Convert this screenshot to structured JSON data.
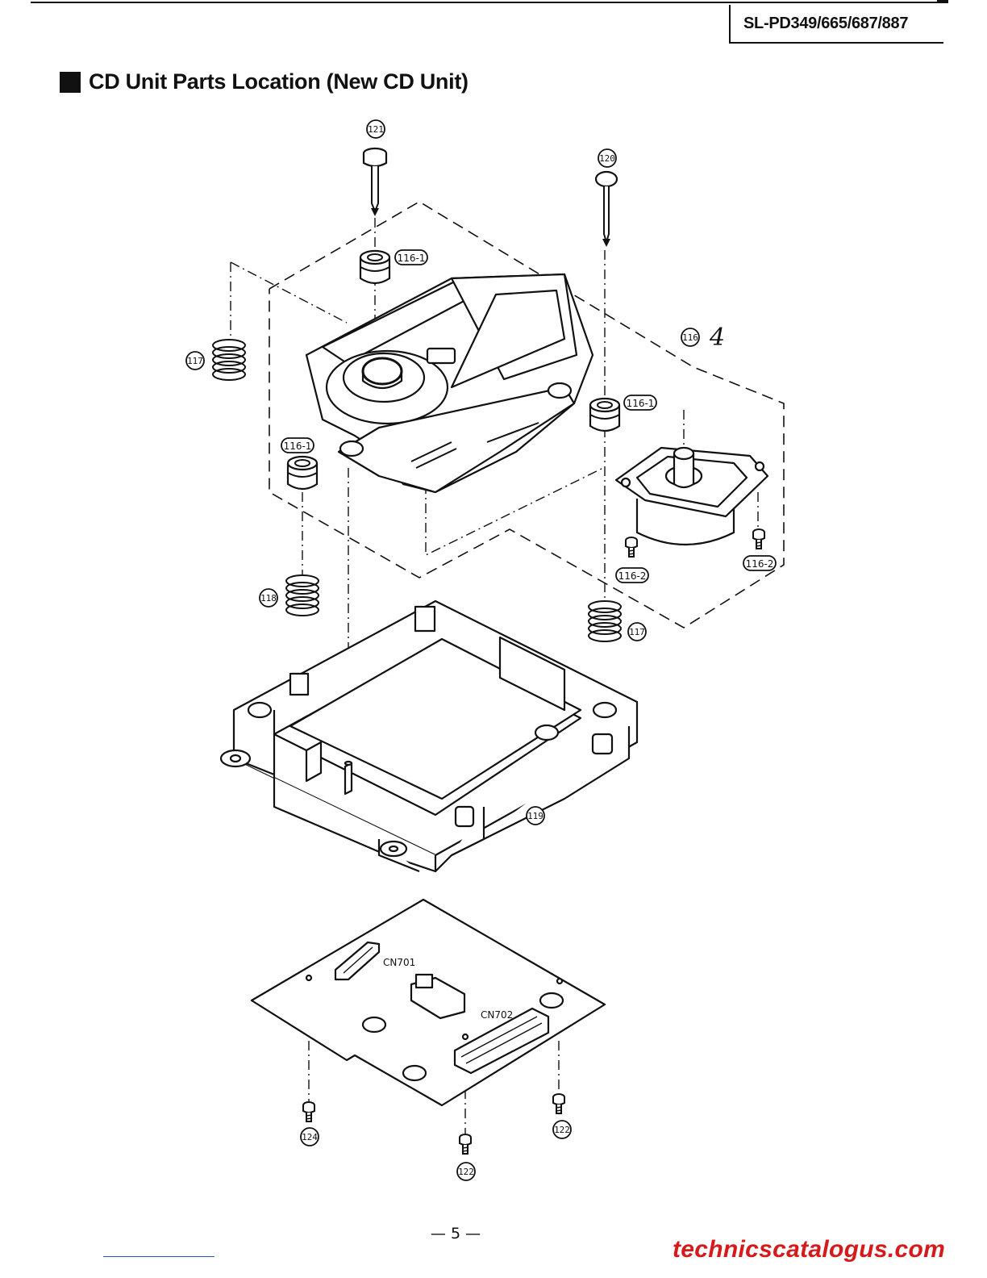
{
  "header": {
    "model": "SL-PD349/665/687/887"
  },
  "section": {
    "title": "CD Unit Parts Location (New CD Unit)"
  },
  "callouts": {
    "p121": "121",
    "p120": "120",
    "p116": "116",
    "p117a": "117",
    "p117b": "117",
    "p118": "118",
    "p119": "119",
    "p124": "124",
    "p122a": "122",
    "p122b": "122",
    "t116_1a": "116-1",
    "t116_1b": "116-1",
    "t116_1c": "116-1",
    "t116_2a": "116-2",
    "t116_2b": "116-2"
  },
  "annotation": {
    "handwritten": "4"
  },
  "connectors": {
    "cn701": "CN701",
    "cn702": "CN702"
  },
  "footer": {
    "page_number": "— 5 —",
    "watermark": "technicscatalogus.com"
  }
}
